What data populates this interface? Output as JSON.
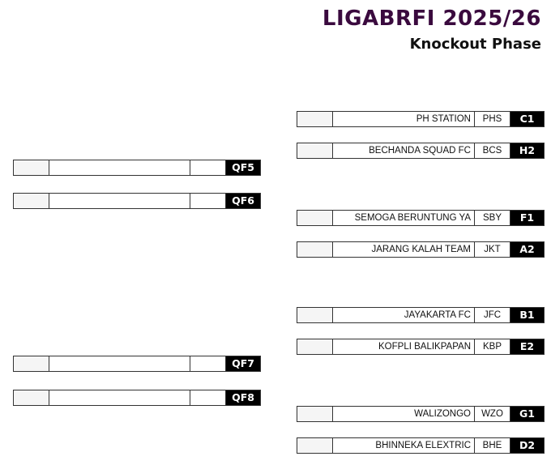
{
  "header": {
    "title": "LIGABRFI 2025/26",
    "subtitle": "Knockout Phase"
  },
  "right_slots": [
    {
      "team": "PH STATION",
      "abbr": "PHS",
      "seed": "C1"
    },
    {
      "team": "BECHANDA SQUAD FC",
      "abbr": "BCS",
      "seed": "H2"
    },
    {
      "team": "SEMOGA BERUNTUNG YA",
      "abbr": "SBY",
      "seed": "F1"
    },
    {
      "team": "JARANG KALAH TEAM",
      "abbr": "JKT",
      "seed": "A2"
    },
    {
      "team": "JAYAKARTA FC",
      "abbr": "JFC",
      "seed": "B1"
    },
    {
      "team": "KOFPLI BALIKPAPAN",
      "abbr": "KBP",
      "seed": "E2"
    },
    {
      "team": "WALIZONGO",
      "abbr": "WZO",
      "seed": "G1"
    },
    {
      "team": "BHINNEKA ELEXTRIC",
      "abbr": "BHE",
      "seed": "D2"
    }
  ],
  "left_slots": [
    {
      "seed": "QF5"
    },
    {
      "seed": "QF6"
    },
    {
      "seed": "QF7"
    },
    {
      "seed": "QF8"
    }
  ]
}
